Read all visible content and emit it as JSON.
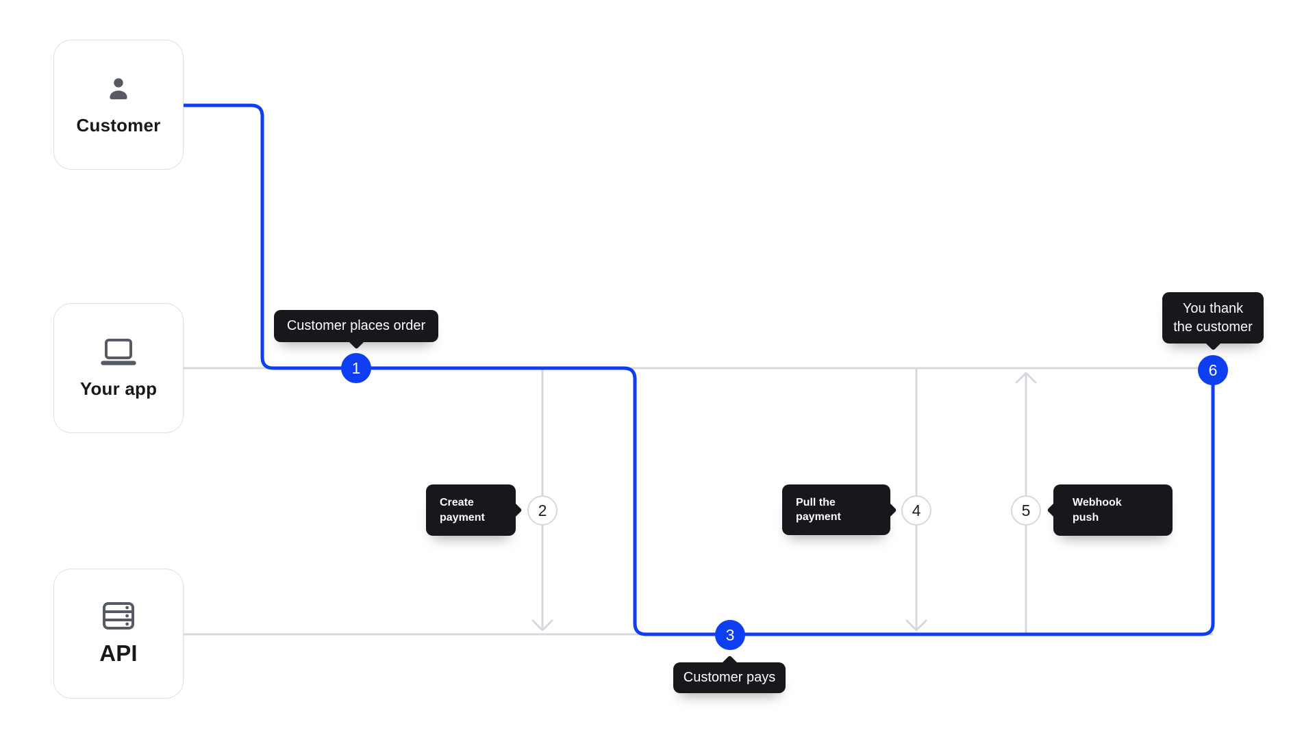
{
  "diagram": {
    "title_hint": "payment flow sequence diagram",
    "colors": {
      "accent_blue": "#0e3ef2",
      "lane_gray": "#d6d8e1",
      "tooltip_bg": "#16181b",
      "icon_gray": "#565b63",
      "text_dark": "#16181b",
      "box_border": "#dcdfe6",
      "background": "#ffffff"
    },
    "actors": [
      {
        "id": "customer",
        "label": "Customer",
        "icon": "person-icon"
      },
      {
        "id": "your-app",
        "label": "Your app",
        "icon": "laptop-icon"
      },
      {
        "id": "api",
        "label": "API",
        "icon": "server-icon"
      }
    ],
    "steps": [
      {
        "number": "1",
        "style": "filled",
        "label": "Customer places order"
      },
      {
        "number": "2",
        "style": "outline",
        "label": "Create\npayment"
      },
      {
        "number": "3",
        "style": "filled",
        "label": "Customer pays"
      },
      {
        "number": "4",
        "style": "outline",
        "label": "Pull the\npayment"
      },
      {
        "number": "5",
        "style": "outline",
        "label": "Webhook\npush"
      },
      {
        "number": "6",
        "style": "filled",
        "label": "You thank\nthe customer"
      }
    ]
  }
}
